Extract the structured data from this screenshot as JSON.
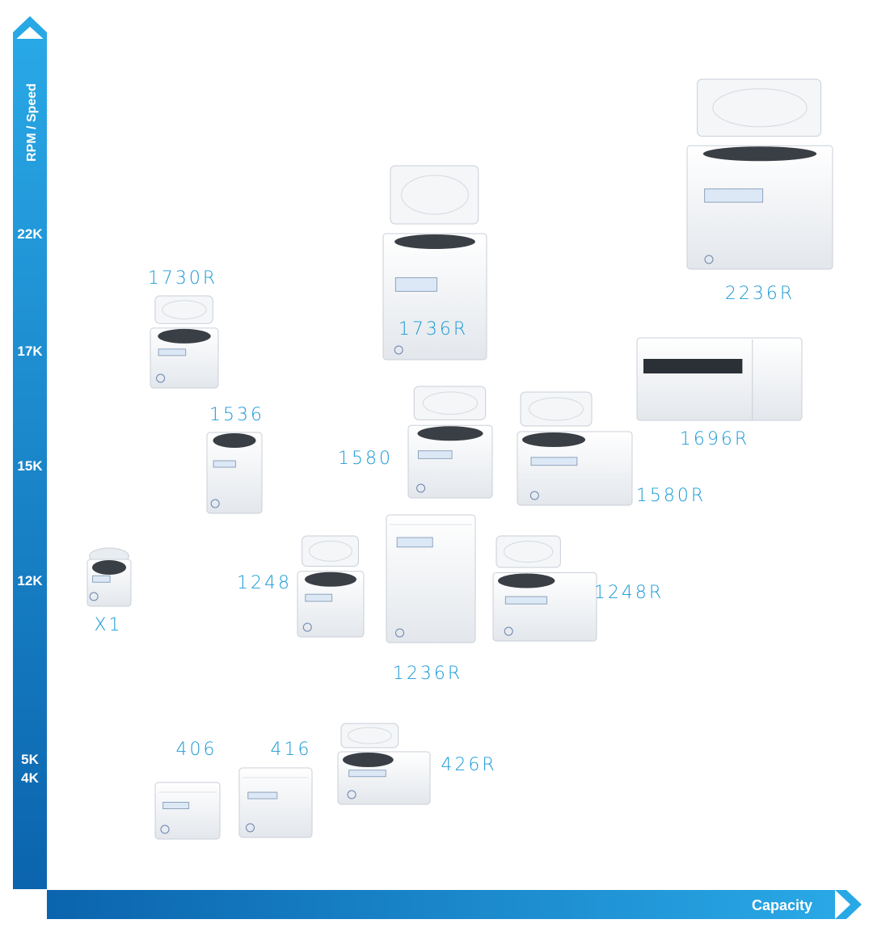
{
  "chart_data": {
    "type": "scatter",
    "title": "",
    "xlabel": "Capacity",
    "ylabel": "RPM / Speed",
    "y_ticks": [
      "22K",
      "17K",
      "15K",
      "12K",
      "5K",
      "4K"
    ],
    "points": [
      {
        "label": "X1",
        "capacity_rank": 1,
        "rpm": "12K"
      },
      {
        "label": "406",
        "capacity_rank": 2,
        "rpm": "4K"
      },
      {
        "label": "416",
        "capacity_rank": 3,
        "rpm": "4K"
      },
      {
        "label": "426R",
        "capacity_rank": 4,
        "rpm": "5K"
      },
      {
        "label": "1536",
        "capacity_rank": 2,
        "rpm": "15K"
      },
      {
        "label": "1730R",
        "capacity_rank": 2,
        "rpm": "17K"
      },
      {
        "label": "1248",
        "capacity_rank": 4,
        "rpm": "12K"
      },
      {
        "label": "1236R",
        "capacity_rank": 5,
        "rpm": "12K"
      },
      {
        "label": "1248R",
        "capacity_rank": 6,
        "rpm": "12K"
      },
      {
        "label": "1580",
        "capacity_rank": 5,
        "rpm": "15K"
      },
      {
        "label": "1580R",
        "capacity_rank": 6,
        "rpm": "15K"
      },
      {
        "label": "1736R",
        "capacity_rank": 5,
        "rpm": "17K"
      },
      {
        "label": "1696R",
        "capacity_rank": 8,
        "rpm": "15K"
      },
      {
        "label": "2236R",
        "capacity_rank": 8,
        "rpm": "22K"
      }
    ],
    "colors": {
      "axis": "#1a8fd6",
      "axis_dark": "#0d6fb5",
      "label": "#1a9ad6"
    }
  }
}
